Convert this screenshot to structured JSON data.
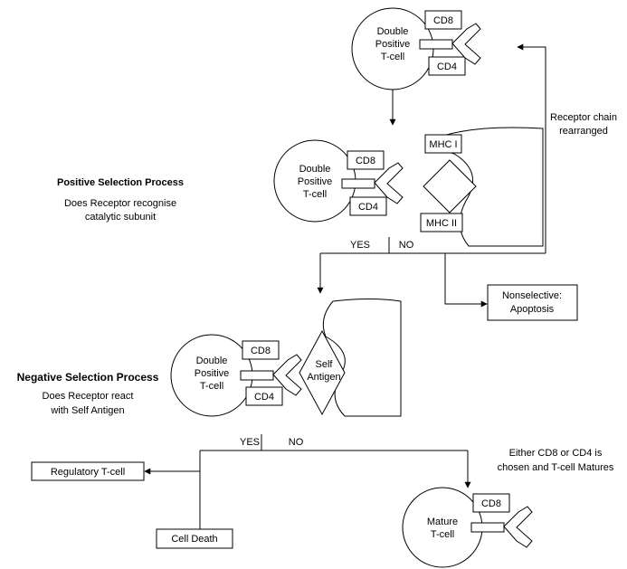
{
  "labels": {
    "cell1": [
      "Double",
      "Positive",
      "T-cell"
    ],
    "cell2": [
      "Double",
      "Positive",
      "T-cell"
    ],
    "cell3": [
      "Double",
      "Positive",
      "T-cell"
    ],
    "mature_cell": [
      "Mature",
      "T-cell"
    ],
    "cd8": "CD8",
    "cd4": "CD4",
    "mhc1": "MHC I",
    "mhc2": "MHC II",
    "self_antigen": [
      "Self",
      "Antigen"
    ],
    "positive_title": "Positive Selection Process",
    "positive_question": [
      "Does Receptor recognise",
      "catalytic subunit"
    ],
    "negative_title": "Negative Selection Process",
    "negative_question": [
      "Does Receptor react",
      "with Self Antigen"
    ],
    "yes": "YES",
    "no": "NO",
    "receptor_chain": [
      "Receptor chain",
      "rearranged"
    ],
    "nonselective": [
      "Nonselective:",
      "Apoptosis"
    ],
    "either": [
      "Either CD8 or CD4 is",
      "chosen and T-cell Matures"
    ],
    "regulatory": "Regulatory T-cell",
    "cell_death": "Cell Death"
  }
}
